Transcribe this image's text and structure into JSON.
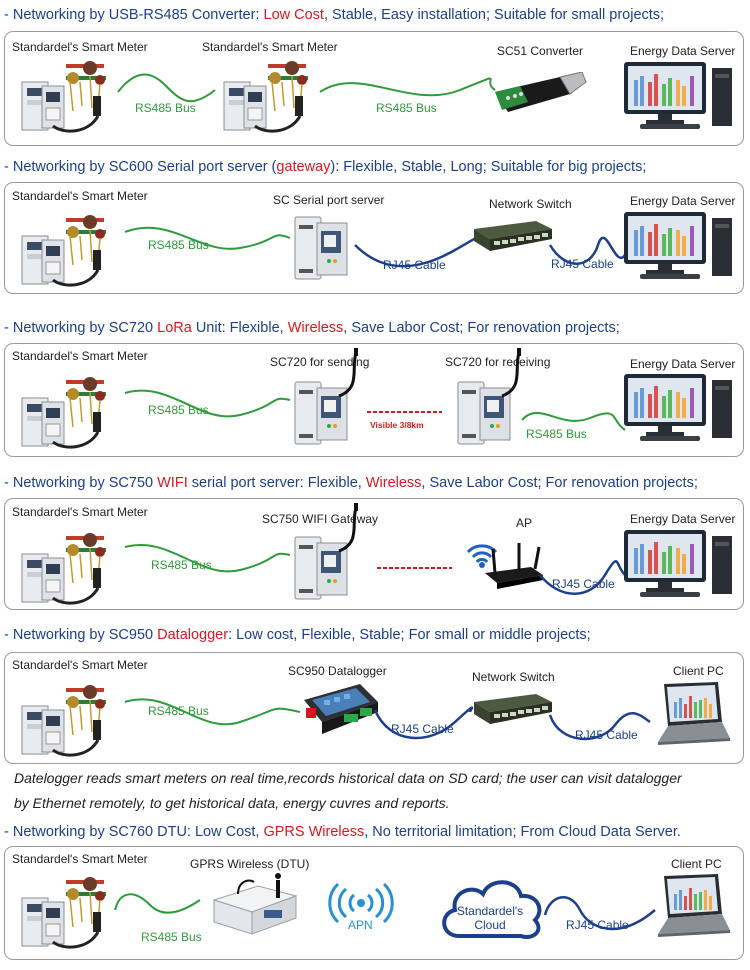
{
  "sections": [
    {
      "heading": {
        "prefix": "- Networking by USB-RS485 Converter: ",
        "highlight": "Low Cost",
        "suffix": ", Stable, Easy installation; Suitable for small projects;"
      },
      "labels": {
        "meter1": "Standardel's Smart Meter",
        "meter2": "Standardel's Smart Meter",
        "converter": "SC51 Converter",
        "server": "Energy Data Server",
        "bus1": "RS485 Bus",
        "bus2": "RS485 Bus"
      }
    },
    {
      "heading": {
        "prefix": "- Networking by SC600 Serial port server (",
        "highlight": "gateway",
        "suffix": "): Flexible, Stable, Long; Suitable for big projects;"
      },
      "labels": {
        "meter": "Standardel's Smart Meter",
        "device": "SC Serial port server",
        "switch": "Network Switch",
        "server": "Energy Data Server",
        "bus": "RS485 Bus",
        "cable1": "RJ45 Cable",
        "cable2": "RJ45 Cable"
      }
    },
    {
      "heading": {
        "prefix": "- Networking by SC720 ",
        "highlight": "LoRa",
        "suffix": " Unit:  Flexible, ",
        "highlight2": "Wireless",
        "suffix2": ", Save Labor Cost; For renovation projects;"
      },
      "labels": {
        "meter": "Standardel's Smart Meter",
        "sender": "SC720 for sending",
        "receiver": "SC720 for receiving",
        "server": "Energy Data Server",
        "bus1": "RS485 Bus",
        "bus2": "RS485 Bus",
        "range": "Visible 3/8km"
      }
    },
    {
      "heading": {
        "prefix": "- Networking by SC750  ",
        "highlight": "WIFI",
        "suffix": " serial port server:  Flexible, ",
        "highlight2": "Wireless",
        "suffix2": ", Save Labor Cost; For renovation projects;"
      },
      "labels": {
        "meter": "Standardel's Smart Meter",
        "gateway": "SC750 WIFI Gateway",
        "ap": "AP",
        "server": "Energy Data Server",
        "bus": "RS485 Bus",
        "cable": "RJ45 Cable"
      }
    },
    {
      "heading": {
        "prefix": "- Networking by SC950 ",
        "highlight": "Datalogger",
        "suffix": ": Low cost, Flexible, Stable; For small or middle projects;"
      },
      "labels": {
        "meter": "Standardel's Smart Meter",
        "logger": "SC950 Datalogger",
        "switch": "Network Switch",
        "client": "Client PC",
        "bus": "RS485 Bus",
        "cable1": "RJ45 Cable",
        "cable2": "RJ45 Cable"
      }
    },
    {
      "heading": {
        "prefix": "- Networking by SC760 DTU: Low Cost, ",
        "highlight": "GPRS Wireless",
        "suffix": ", No territorial limitation; From Cloud Data Server."
      },
      "labels": {
        "meter": "Standardel's Smart Meter",
        "dtu": "GPRS Wireless (DTU)",
        "client": "Client PC",
        "bus": "RS485 Bus",
        "apn": "APN",
        "cloud_line1": "Standardel's",
        "cloud_line2": "Cloud",
        "cable": "RJ45 Cable"
      }
    }
  ],
  "note": {
    "line1": "Datelogger reads smart meters on real time,records historical data on SD card; the user can visit datalogger",
    "line2": "by Ethernet remotely, to get historical data, energy cuvres and reports."
  },
  "colors": {
    "heading_text": "#1c3f8e",
    "highlight_red": "#d8191f",
    "rs485_green": "#2e9c3a",
    "rj45_blue": "#1c3f8e"
  }
}
